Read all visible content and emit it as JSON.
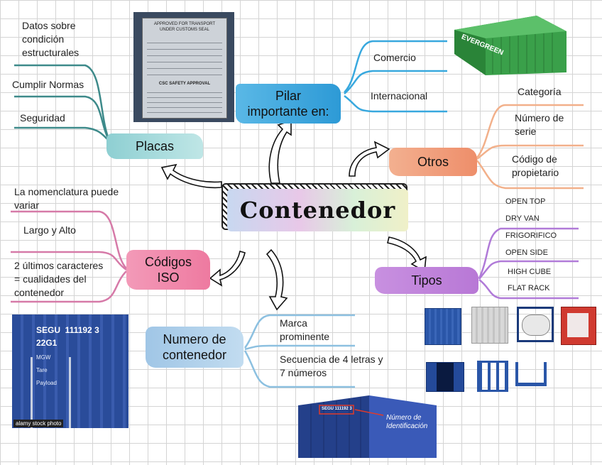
{
  "center": {
    "title": "Contenedor"
  },
  "pilar": {
    "title": "Pilar\nimportante en:",
    "items": [
      "Comercio",
      "Internacional"
    ]
  },
  "placas": {
    "title": "Placas",
    "items": [
      "Datos sobre\ncondición\nestructurales",
      "Cumplir Normas",
      "Seguridad"
    ],
    "plate_text": [
      "APPROVED FOR TRANSPORT",
      "UNDER CUSTOMS SEAL",
      "CSC SAFETY APPROVAL"
    ]
  },
  "otros": {
    "title": "Otros",
    "items": [
      "Categoría",
      "Número de\nserie",
      "Código de\npropietario"
    ]
  },
  "iso": {
    "title": "Códigos\nISO",
    "items": [
      "La nomenclatura puede\nvariar",
      "Largo y Alto",
      "2 últimos caracteres\n= cualidades del\ncontenedor"
    ]
  },
  "tipos": {
    "title": "Tipos",
    "items": [
      "OPEN TOP",
      "DRY VAN",
      "FRIGORIFICO",
      "OPEN SIDE",
      "HIGH CUBE",
      "FLAT RACK"
    ]
  },
  "numero": {
    "title": "Numero de\ncontenedor",
    "items": [
      "Marca\nprominente",
      "Secuencia de 4 letras y\n7 números"
    ],
    "photo_label": "Número de\nIdentificación",
    "photo_code": "SEGU 111192 3"
  },
  "iso_photo": {
    "code_line1": "SEGU  111192 3",
    "code_line2": "22G1",
    "rows": [
      "MGW",
      "Tare",
      "Payload"
    ],
    "watermark": "alamy stock photo"
  },
  "green_container": {
    "brand": "EVERGREEN"
  },
  "colors": {
    "pilar": "#3aa3d8",
    "placas": "#9bd3d6",
    "otros": "#f1a07a",
    "iso": "#f08aa8",
    "tipos": "#c08ad8",
    "numero": "#a9cde8",
    "line_teal": "#3d8a8a",
    "line_blue": "#38a8de",
    "line_orange": "#f2b08a",
    "line_pink": "#d67aa8",
    "line_purple": "#b07ad8",
    "line_lblue": "#8cc0e0",
    "container_blue": "#24408a",
    "container_green": "#3aa04a"
  }
}
